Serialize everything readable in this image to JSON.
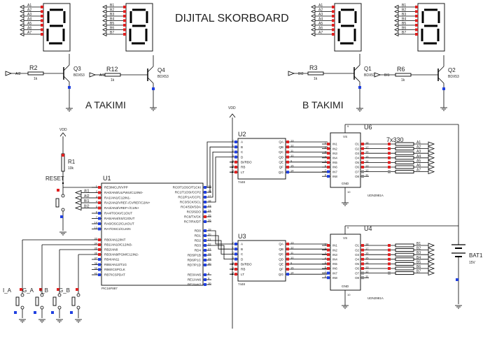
{
  "title": "DIJITAL SKORBOARD",
  "team_a_label": "A TAKIMI",
  "team_b_label": "B TAKIMI",
  "colors": {
    "wire": "#000000",
    "pin_high": "#e02020",
    "pin_low": "#2040e0",
    "pin_off": "#888888"
  },
  "displays": [
    {
      "pins": [
        "A1",
        "A2",
        "A3",
        "A4",
        "A5",
        "A6",
        "A7"
      ]
    },
    {
      "pins": [
        "B1",
        "B2",
        "B3",
        "B4",
        "B5",
        "B6",
        "B7"
      ]
    },
    {
      "pins": [
        "A1",
        "A2",
        "A3",
        "A4",
        "A5",
        "A6",
        "A7"
      ]
    },
    {
      "pins": [
        "B1",
        "B2",
        "B3",
        "B4",
        "B5",
        "B6",
        "B7"
      ]
    }
  ],
  "transistors": [
    {
      "ref": "Q3",
      "part": "BDX53",
      "res": "R2",
      "res_val": "1k",
      "input": "AI2"
    },
    {
      "ref": "Q4",
      "part": "BDX53",
      "res": "R12",
      "res_val": "1k",
      "input": "AI1"
    },
    {
      "ref": "Q1",
      "part": "BDX53",
      "res": "R3",
      "res_val": "1k",
      "input": "BI2"
    },
    {
      "ref": "Q2",
      "part": "BDX53",
      "res": "R6",
      "res_val": "1k",
      "input": "BI1"
    }
  ],
  "vdd": "VDD",
  "r1": {
    "ref": "R1",
    "value": "10k"
  },
  "reset_label": "RESET",
  "u1": {
    "ref": "U1",
    "part": "PIC16F887",
    "left_pins": [
      {
        "num": "1",
        "name": "RE3/MCLR/VPP"
      },
      {
        "num": "2",
        "name": "RA0/AN0/ULPWU/C12IN0-"
      },
      {
        "num": "3",
        "name": "RA1/AN1/C12IN1-"
      },
      {
        "num": "4",
        "name": "RA2/AN2/VREF-/CVREF/C2IN+"
      },
      {
        "num": "5",
        "name": "RA3/AN3/VREF+/C1IN+"
      },
      {
        "num": "6",
        "name": "RA4/T0CKI/C1OUT"
      },
      {
        "num": "7",
        "name": "RA5/AN4/SS/C2OUT"
      },
      {
        "num": "14",
        "name": "RA6/OSC2/CLKOUT"
      },
      {
        "num": "13",
        "name": "RA7/OSC1/CLKIN"
      },
      {
        "num": "33",
        "name": "RB0/AN12/INT"
      },
      {
        "num": "34",
        "name": "RB1/AN10/C12IN3-"
      },
      {
        "num": "35",
        "name": "RB2/AN8"
      },
      {
        "num": "36",
        "name": "RB3/AN9/PGM/C12IN2-"
      },
      {
        "num": "37",
        "name": "RB4/AN11"
      },
      {
        "num": "38",
        "name": "RB5/AN13/T1G"
      },
      {
        "num": "39",
        "name": "RB6/ICSPCLK"
      },
      {
        "num": "40",
        "name": "RB7/ICSPDAT"
      }
    ],
    "right_pins": [
      {
        "num": "15",
        "name": "RC0/T1OSO/T1CKI"
      },
      {
        "num": "16",
        "name": "RC1/T1OSI/CCP2"
      },
      {
        "num": "17",
        "name": "RC2/P1A/CCP1"
      },
      {
        "num": "18",
        "name": "RC3/SCK/SCL"
      },
      {
        "num": "23",
        "name": "RC4/SDI/SDA"
      },
      {
        "num": "24",
        "name": "RC5/SDO"
      },
      {
        "num": "25",
        "name": "RC6/TX/CK"
      },
      {
        "num": "26",
        "name": "RC7/RX/DT"
      },
      {
        "num": "19",
        "name": "RD0"
      },
      {
        "num": "20",
        "name": "RD1"
      },
      {
        "num": "21",
        "name": "RD2"
      },
      {
        "num": "22",
        "name": "RD3"
      },
      {
        "num": "27",
        "name": "RD4"
      },
      {
        "num": "28",
        "name": "RD5/P1B"
      },
      {
        "num": "29",
        "name": "RD6/P1C"
      },
      {
        "num": "30",
        "name": "RD7/P1D"
      },
      {
        "num": "8",
        "name": "RE0/AN5"
      },
      {
        "num": "9",
        "name": "RE1/AN6"
      },
      {
        "num": "10",
        "name": "RE2/AN7"
      }
    ],
    "inputs": [
      "AI1",
      "AI2",
      "BI1",
      "BI2"
    ]
  },
  "decoders": [
    {
      "ref": "U2",
      "part": "7448"
    },
    {
      "ref": "U3",
      "part": "7448"
    }
  ],
  "decoder_pins": {
    "left": [
      {
        "num": "7",
        "name": "A"
      },
      {
        "num": "1",
        "name": "B"
      },
      {
        "num": "2",
        "name": "C"
      },
      {
        "num": "6",
        "name": "D"
      },
      {
        "num": "4",
        "name": "BI/RBO"
      },
      {
        "num": "5",
        "name": "RB"
      },
      {
        "num": "3",
        "name": "LT"
      }
    ],
    "right": [
      {
        "num": "13",
        "name": "QA"
      },
      {
        "num": "12",
        "name": "QB"
      },
      {
        "num": "11",
        "name": "QC"
      },
      {
        "num": "10",
        "name": "QD"
      },
      {
        "num": "9",
        "name": "QE"
      },
      {
        "num": "15",
        "name": "QF"
      },
      {
        "num": "14",
        "name": "QG"
      }
    ]
  },
  "drivers": [
    {
      "ref": "U6",
      "part": "UDN2981A",
      "outputs": [
        "A1",
        "A2",
        "A3",
        "A4",
        "A5",
        "A6",
        "A7"
      ]
    },
    {
      "ref": "U4",
      "part": "UDN2981A",
      "outputs": [
        "B1",
        "B2",
        "B3",
        "B4",
        "B5",
        "B6",
        "B7"
      ]
    }
  ],
  "driver_pins": {
    "vs": "VS",
    "vs_num": "9",
    "gnd": "GND",
    "gnd_num": "10",
    "left": [
      {
        "num": "1",
        "name": "IN1"
      },
      {
        "num": "2",
        "name": "IN2"
      },
      {
        "num": "3",
        "name": "IN3"
      },
      {
        "num": "4",
        "name": "IN4"
      },
      {
        "num": "5",
        "name": "IN5"
      },
      {
        "num": "6",
        "name": "IN6"
      },
      {
        "num": "7",
        "name": "IN7"
      },
      {
        "num": "8",
        "name": "IN8"
      }
    ],
    "right": [
      {
        "num": "18",
        "name": "O1"
      },
      {
        "num": "17",
        "name": "O2"
      },
      {
        "num": "16",
        "name": "O3"
      },
      {
        "num": "15",
        "name": "O4"
      },
      {
        "num": "14",
        "name": "O5"
      },
      {
        "num": "13",
        "name": "O6"
      },
      {
        "num": "12",
        "name": "O7"
      },
      {
        "num": "11",
        "name": "O8"
      }
    ]
  },
  "resistor_array": "7x330",
  "battery": {
    "ref": "BAT1",
    "value": "15V"
  },
  "buttons": [
    "I_A",
    "G_A",
    "I_B",
    "G_B"
  ]
}
